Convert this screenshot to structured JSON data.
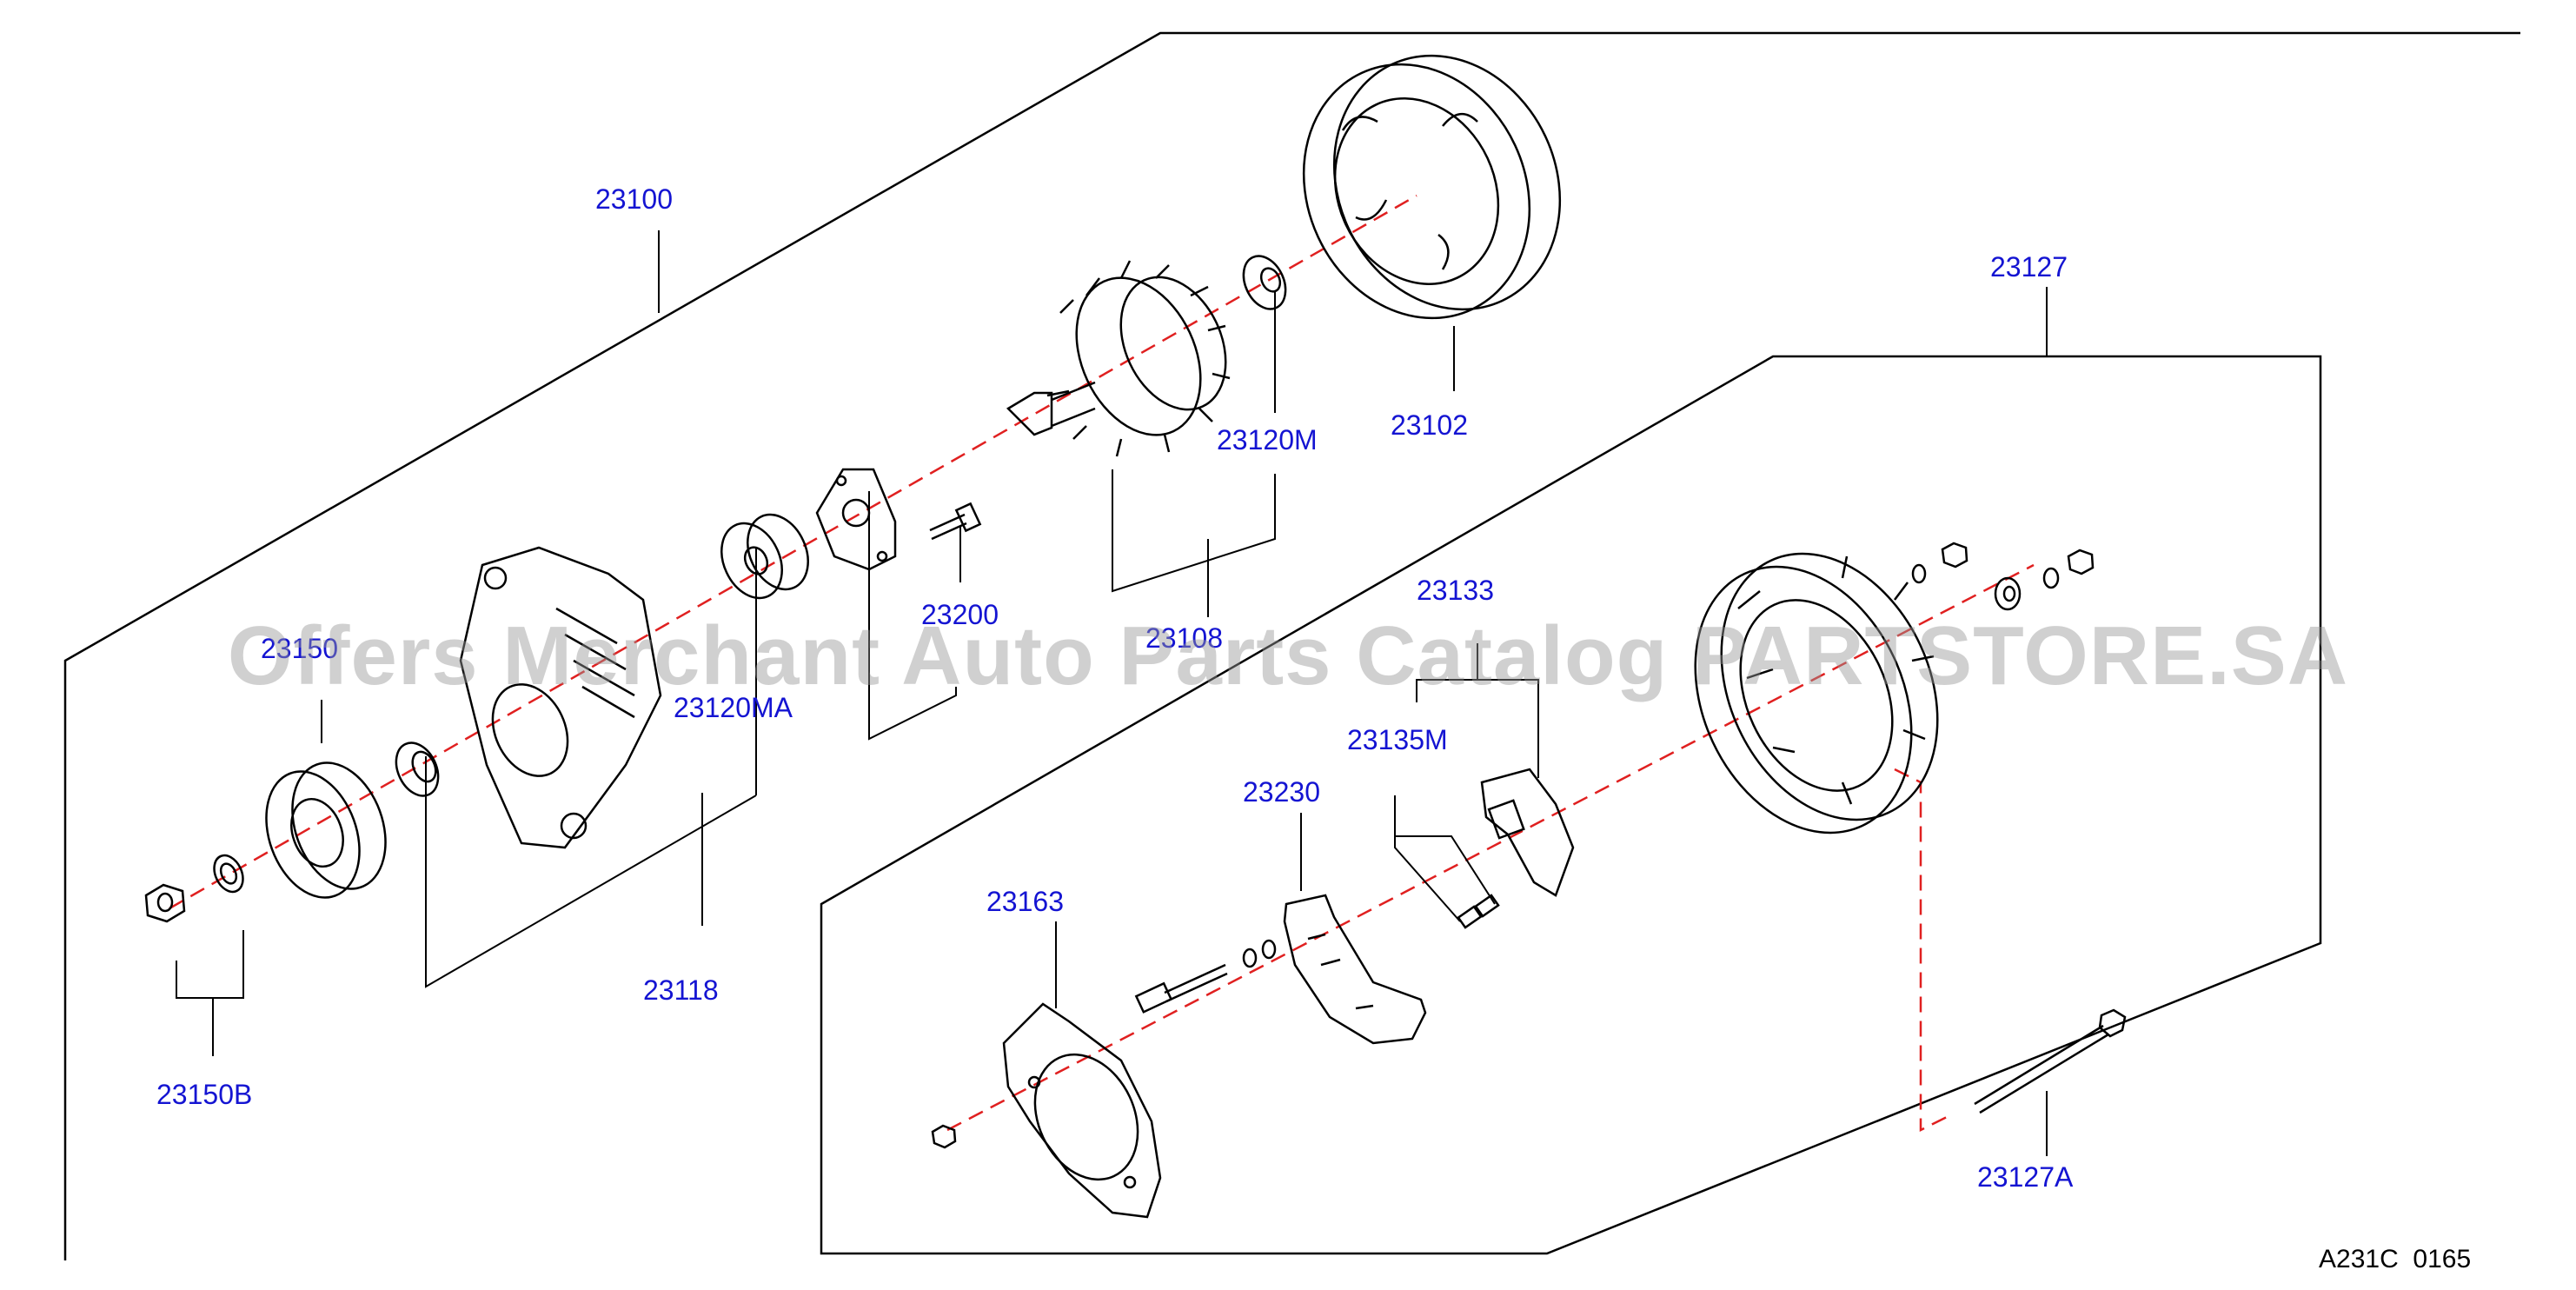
{
  "diagram": {
    "part_labels": {
      "p23100": "23100",
      "p23102": "23102",
      "p23120m": "23120M",
      "p23108": "23108",
      "p23200": "23200",
      "p23120ma": "23120MA",
      "p23150": "23150",
      "p23118": "23118",
      "p23150b": "23150B",
      "p23127": "23127",
      "p23133": "23133",
      "p23135m": "23135M",
      "p23230": "23230",
      "p23163": "23163",
      "p23127a": "23127A"
    },
    "figure_code": "A231C  0165",
    "watermark": "Offers Merchant Auto Parts Catalog PARTSTORE.SA"
  },
  "colors": {
    "label": "#1414d2",
    "line": "#000000",
    "centerline": "#e02020",
    "watermark": "#969696"
  }
}
